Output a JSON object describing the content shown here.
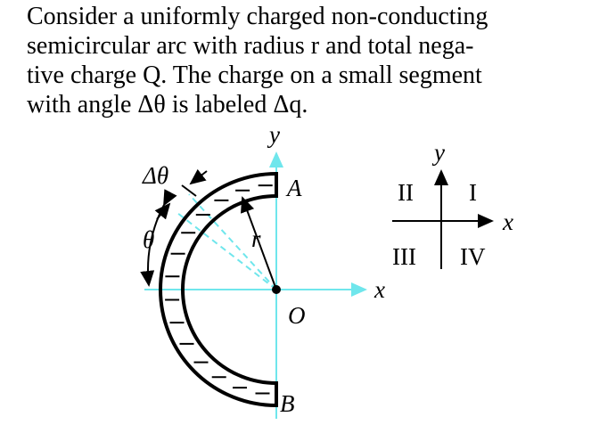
{
  "problem": {
    "lines": [
      "Consider a uniformly charged non-conducting",
      "semicircular arc with radius r and total nega-",
      "tive charge Q. The charge on a small segment",
      "with angle Δθ is labeled Δq."
    ]
  },
  "figure": {
    "labels": {
      "y_axis": "y",
      "x_axis": "x",
      "origin": "O",
      "end_top": "A",
      "end_bottom": "B",
      "radius": "r",
      "theta": "θ",
      "delta_theta": "Δθ"
    },
    "quadrant_key": {
      "y_axis": "y",
      "x_axis": "x",
      "q1": "I",
      "q2": "II",
      "q3": "III",
      "q4": "IV"
    },
    "colors": {
      "axis": "#6fe6ec",
      "ink": "#000000"
    }
  }
}
